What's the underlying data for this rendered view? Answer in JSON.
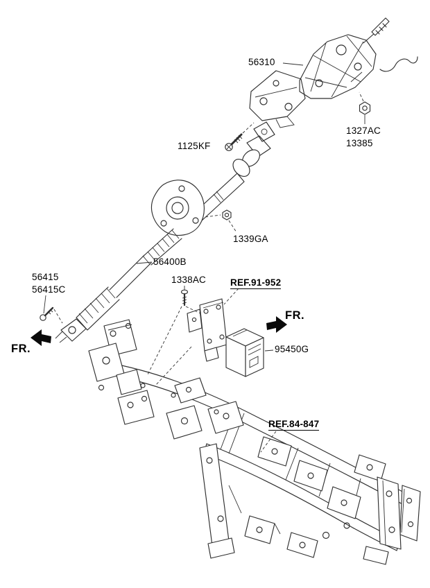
{
  "labels": {
    "p56310": "56310",
    "p1327ac": "1327AC",
    "p13385": "13385",
    "p1125kf": "1125KF",
    "p1339ga": "1339GA",
    "p56400b": "56400B",
    "p56415": "56415",
    "p56415c": "56415C",
    "p1338ac": "1338AC",
    "ref_91_952": "REF.91-952",
    "p95450g": "95450G",
    "ref_84_847": "REF.84-847",
    "fr_front_right": "FR.",
    "fr_front_left": "FR."
  },
  "colors": {
    "line": "#2f2f2f",
    "text": "#000000",
    "arrow": "#0a0a0a",
    "background": "#ffffff"
  },
  "icons": {
    "fr_arrow_right": "solid right-pointing direction arrow",
    "fr_arrow_left": "solid left-pointing direction arrow",
    "nut_1327ac": "hex-nut",
    "bolt_1125kf": "bolt",
    "nut_1339ga": "hex-nut",
    "screw_1338ac": "screw",
    "screw_56415c": "screw"
  }
}
